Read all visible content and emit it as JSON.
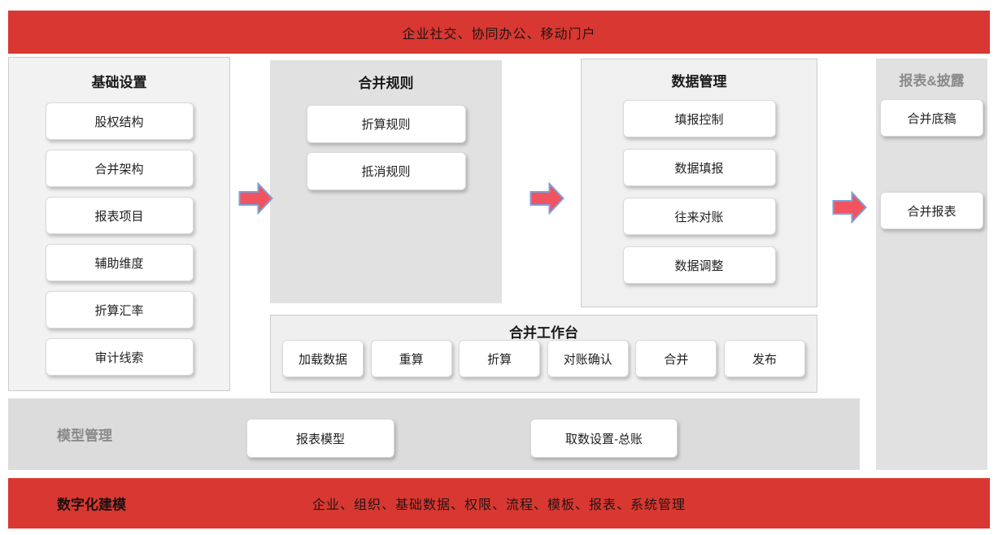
{
  "banner_top": {
    "text": "企业社交、协同办公、移动门户"
  },
  "panels": {
    "basic": {
      "title": "基础设置",
      "items": [
        "股权结构",
        "合并架构",
        "报表项目",
        "辅助维度",
        "折算汇率",
        "审计线索"
      ]
    },
    "rules": {
      "title": "合并规则",
      "items": [
        "折算规则",
        "抵消规则"
      ]
    },
    "data": {
      "title": "数据管理",
      "items": [
        "填报控制",
        "数据填报",
        "往来对账",
        "数据调整"
      ]
    },
    "workbench": {
      "title": "合并工作台",
      "items": [
        "加载数据",
        "重算",
        "折算",
        "对账确认",
        "合并",
        "发布"
      ]
    },
    "report": {
      "title": "报表&披露",
      "items": [
        "合并底稿",
        "合并报表"
      ]
    },
    "model": {
      "title": "模型管理",
      "items": [
        "报表模型",
        "取数设置-总账"
      ]
    }
  },
  "banner_bottom": {
    "label": "数字化建模",
    "text": "企业、组织、基础数据、权限、流程、模板、报表、系统管理"
  },
  "colors": {
    "band_red": "#d83831",
    "arrow_fill": "#f2545f",
    "arrow_stroke": "#7e9fd6",
    "panel_gray_light": "#f2f2f2",
    "panel_gray_dark": "#e1e1e1",
    "gray_title": "#8a8a8a"
  }
}
